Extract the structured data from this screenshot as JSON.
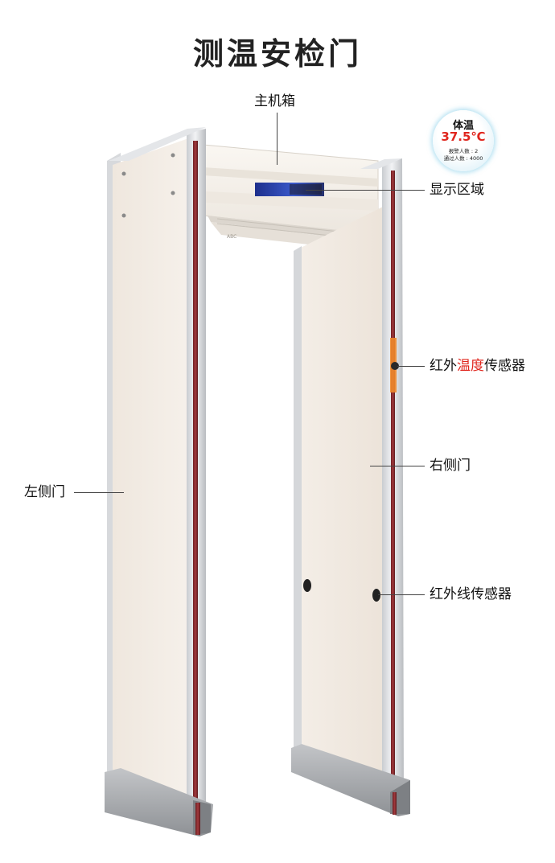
{
  "title": "测温安检门",
  "labels": {
    "main_box": "主机箱",
    "display_area": "显示区域",
    "infrared_temp_sensor": {
      "prefix": "红外",
      "highlight": "温度",
      "suffix": "传感器"
    },
    "right_door": "右侧门",
    "left_door": "左侧门",
    "infrared_line_sensor": "红外线传感器"
  },
  "badge": {
    "title": "体温",
    "temperature": "37.5℃",
    "alarm_count": "报警人数 : 2",
    "pass_count": "通过人数 : 4000"
  },
  "colors": {
    "highlight": "#e0261e",
    "panel": "#f2ebe3",
    "red_strip": "#8a2a2e",
    "base": "#a8aaad"
  }
}
